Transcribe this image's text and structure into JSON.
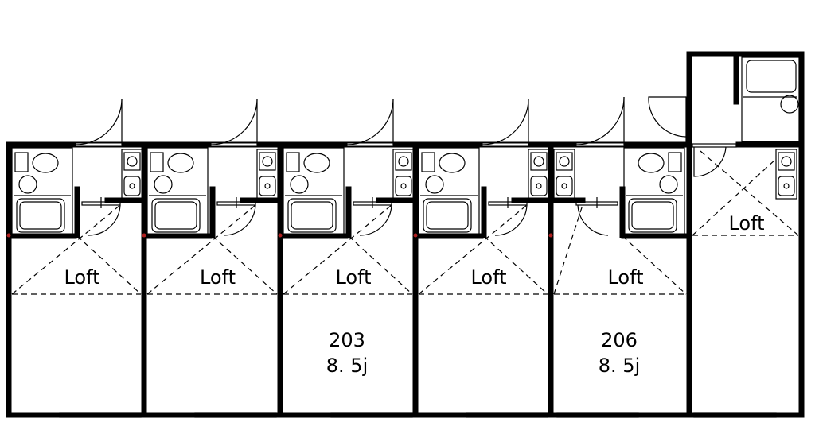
{
  "plan": {
    "loft_label": "Loft",
    "units": [
      {
        "id": "u1",
        "mirrored": false,
        "room_number": "",
        "area": ""
      },
      {
        "id": "u2",
        "mirrored": false,
        "room_number": "",
        "area": ""
      },
      {
        "id": "u3",
        "mirrored": false,
        "room_number": "203",
        "area": "8. 5j"
      },
      {
        "id": "u4",
        "mirrored": false,
        "room_number": "",
        "area": ""
      },
      {
        "id": "u5",
        "mirrored": true,
        "room_number": "206",
        "area": "8. 5j"
      }
    ],
    "corner_unit": {
      "loft_label": "Loft"
    }
  },
  "colors": {
    "wall": "#000000",
    "line": "#000000",
    "marker": "#b02020"
  }
}
